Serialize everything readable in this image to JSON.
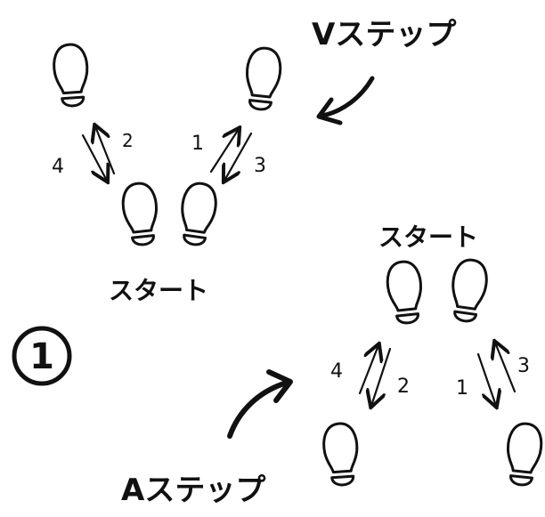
{
  "diagram": {
    "title_v": "Vステップ",
    "title_a": "Aステップ",
    "start_top": "スタート",
    "start_bottom": "スタート",
    "circled_number": "1",
    "v_steps": [
      "1",
      "2",
      "3",
      "4"
    ],
    "a_steps": [
      "1",
      "2",
      "3",
      "4"
    ]
  },
  "colors": {
    "ink": "#111111",
    "paper": "#ffffff"
  }
}
